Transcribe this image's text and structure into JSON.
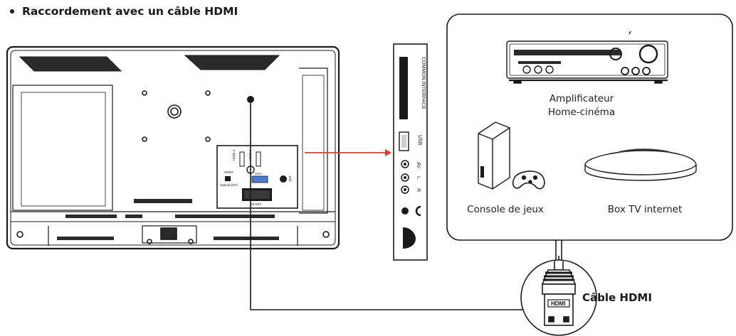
{
  "heading": "Raccordement avec un câble HDMI",
  "side_panel": {
    "common_interface": "COMMON INTERFACE",
    "usb": "USB",
    "av": "AV",
    "l": "L",
    "r": "R"
  },
  "tv_ports": {
    "hdmi2": "HDMI 2",
    "hdmi1": "HDMI 1",
    "spdif": "SPDIF",
    "optical_out": "Optical OUT",
    "vga": "VGA",
    "ant": "ANT",
    "scart": "SCART"
  },
  "devices": {
    "amplifier_line1": "Amplificateur",
    "amplifier_line2": "Home-cinéma",
    "console": "Console de jeux",
    "box": "Box TV internet"
  },
  "cable": {
    "label": "Câble HDMI",
    "connector_text": "HDMI"
  },
  "colors": {
    "arrow": "#e03a2e",
    "stroke": "#1a1a1a"
  }
}
